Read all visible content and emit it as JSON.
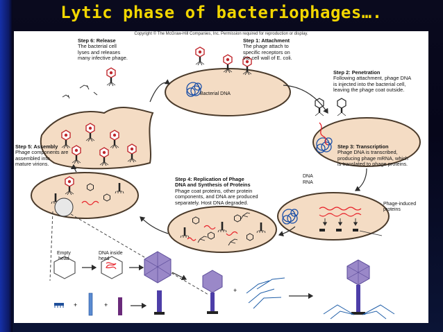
{
  "slide": {
    "title": "Lytic phase of bacteriophages…."
  },
  "figure": {
    "copyright": "Copyright © The McGraw-Hill Companies, Inc. Permission required for reproduction or display.",
    "steps": {
      "step1": {
        "heading": "Step 1: Attachment",
        "lines": [
          "The phage attach to",
          "specific receptors on",
          "the cell wall of E. coli."
        ]
      },
      "step2": {
        "heading": "Step 2: Penetration",
        "lines": [
          "Following attachment, phage DNA",
          "is injected into the bacterial cell,",
          "leaving the phage coat outside."
        ]
      },
      "step3": {
        "heading": "Step 3: Transcription",
        "lines": [
          "Phage DNA is transcribed,",
          "producing phage mRNA, which",
          "is translated to phage proteins."
        ]
      },
      "step4": {
        "heading": "Step 4: Replication of Phage",
        "heading2": "DNA and Synthesis of Proteins",
        "lines": [
          "Phage coat proteins, other protein",
          "components, and DNA are produced",
          "separately. Host DNA degraded."
        ]
      },
      "step5": {
        "heading": "Step 5: Assembly",
        "lines": [
          "Phage components are",
          "assembled into",
          "mature virions."
        ]
      },
      "step6": {
        "heading": "Step 6: Release",
        "lines": [
          "The bacterial cell",
          "lyses and releases",
          "many infective phage."
        ]
      }
    },
    "labels": {
      "bacterial_dna": "Bacterial DNA",
      "dna": "DNA",
      "rna": "RNA",
      "phage_induced_1": "Phage-induced",
      "phage_induced_2": "proteins",
      "empty_head_1": "Empty",
      "empty_head_2": "head",
      "dna_inside_1": "DNA inside",
      "dna_inside_2": "head",
      "plus": "+"
    },
    "colors": {
      "cell_fill": "#f4dcc4",
      "cell_border": "#4a3a2a",
      "phage_head": "#9a88c8",
      "phage_tail": "#4d3ea8",
      "dna_red": "#e8232b",
      "host_dna_blue": "#1a4fa8",
      "arrow": "#2b2b2b",
      "tail_fiber": "#1f5ea8",
      "title_yellow": "#f2d600"
    }
  }
}
